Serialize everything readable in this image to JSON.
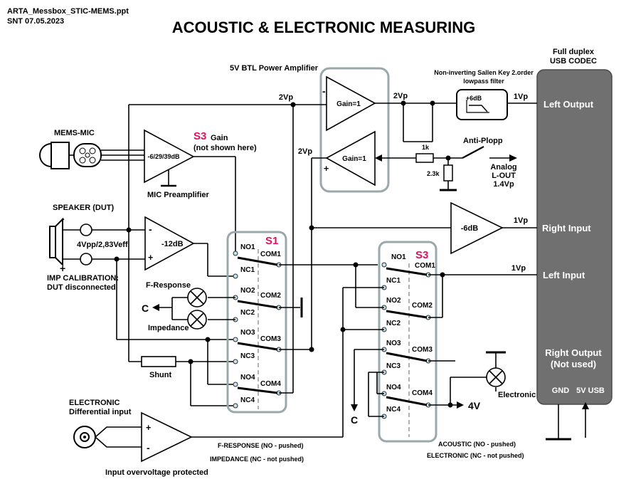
{
  "header": {
    "file": "ARTA_Messbox_STIC-MEMS.ppt",
    "author_date": "SNT   07.05.2023",
    "title": "ACOUSTIC & ELECTRONIC MEASURING"
  },
  "codec": {
    "title_line1": "Full duplex",
    "title_line2": "USB CODEC",
    "left_output": "Left Output",
    "right_input": "Right Input",
    "left_input": "Left Input",
    "right_output_1": "Right  Output",
    "right_output_2": "(Not used)",
    "gnd": "GND",
    "usb": "5V USB"
  },
  "power_amp": {
    "label": "5V BTL Power Amplifier",
    "gain_top": "Gain=1",
    "gain_bottom": "Gain=1",
    "in_level_top": "2Vp",
    "in_level_bottom": "2Vp",
    "out_level": "2Vp"
  },
  "lowpass": {
    "label_1": "Non-inverting Sallen Key 2.order",
    "label_2": "lowpass filter",
    "gain": "+6dB",
    "out_level": "1Vp"
  },
  "output_net": {
    "resistor_1": "1k",
    "resistor_2": "2.3k",
    "anti_plopp": "Anti-Plopp",
    "analog_1": "Analog",
    "analog_2": "L-OUT",
    "analog_3": "1.4Vp"
  },
  "mic": {
    "label": "MEMS-MIC",
    "preamp_gain": "-6/29/39dB",
    "preamp_label": "MIC Preamplifier",
    "s3_label": "S3",
    "s3_note_1": "Gain",
    "s3_note_2": "(not shown here)"
  },
  "speaker": {
    "label": "SPEAKER (DUT)",
    "level": "4Vpp/2,83Veff",
    "imp_cal_1": "IMP CALIBRATION:",
    "imp_cal_2": "DUT disconnected",
    "amp_gain": "-12dB"
  },
  "right_in_amp": {
    "gain": "-6dB",
    "level": "1Vp"
  },
  "left_in": {
    "level": "1Vp"
  },
  "s1": {
    "name": "S1",
    "no1": "NO1",
    "nc1": "NC1",
    "com1": "COM1",
    "no2": "NO2",
    "nc2": "NC2",
    "com2": "COM2",
    "no3": "NO3",
    "nc3": "NC3",
    "com3": "COM3",
    "no4": "NO4",
    "nc4": "NC4",
    "com4": "COM4"
  },
  "s3": {
    "name": "S3",
    "no1": "NO1",
    "nc1": "NC1",
    "com1": "COM1",
    "no2": "NO2",
    "nc2": "NC2",
    "com2": "COM2",
    "no3": "NO3",
    "nc3": "NC3",
    "com3": "COM3",
    "no4": "NO4",
    "nc4": "NC4",
    "com4": "COM4"
  },
  "indicators": {
    "f_response": "F-Response",
    "impedance": "Impedance",
    "c_left": "C",
    "c_right": "C",
    "electronic": "Electronic",
    "four_v": "4V"
  },
  "shunt": "Shunt",
  "electronic_input": {
    "label_1": "ELECTRONIC",
    "label_2": "Differential input",
    "protect": "Input overvoltage protected",
    "plus": "+",
    "minus": "-"
  },
  "legend": {
    "f_response": "F-RESPONSE (NO - pushed)",
    "impedance": "IMPEDANCE (NC - not pushed)",
    "acoustic": "ACOUSTIC (NO - pushed)",
    "electronic": "ELECTRONIC (NC -  not pushed)"
  }
}
